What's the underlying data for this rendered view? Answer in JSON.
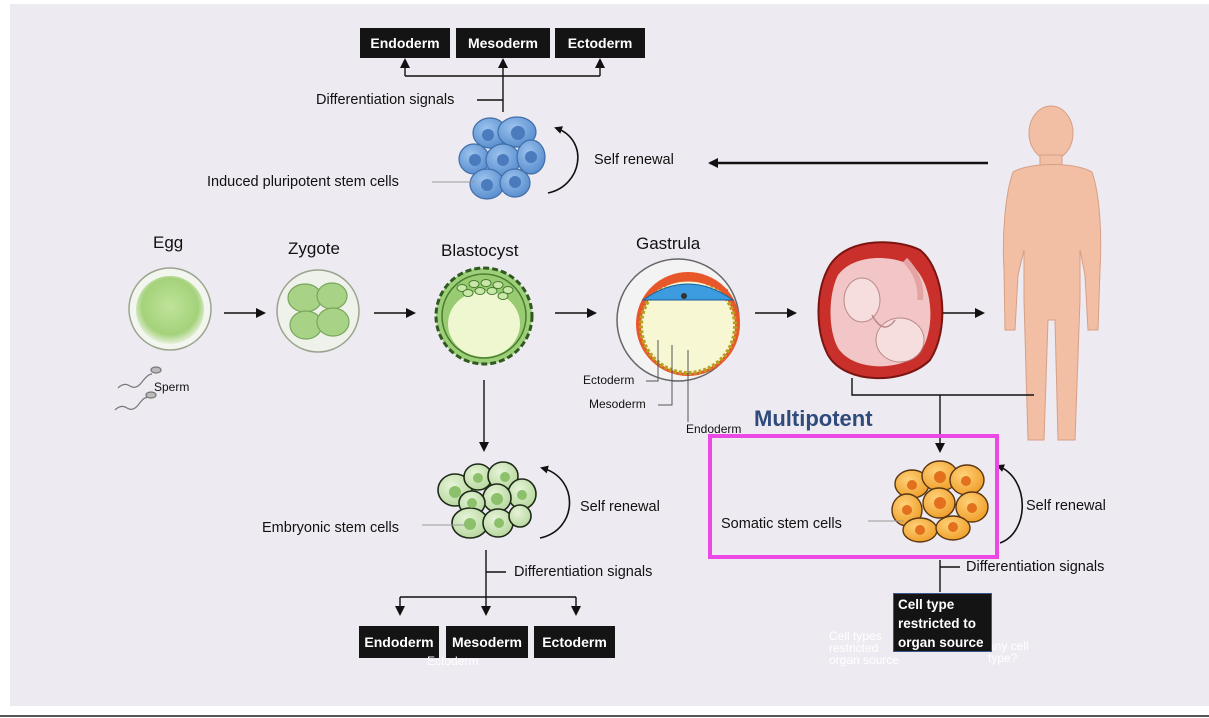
{
  "top": {
    "germ_layers": [
      "Endoderm",
      "Mesoderm",
      "Ectoderm"
    ],
    "differentiation_label": "Differentiation signals",
    "ipsc_label": "Induced pluripotent stem cells",
    "self_renewal_label": "Self renewal"
  },
  "stages": {
    "egg": "Egg",
    "zygote": "Zygote",
    "blastocyst": "Blastocyst",
    "gastrula": "Gastrula",
    "sperm": "Sperm"
  },
  "gastrula_layers": {
    "ectoderm": "Ectoderm",
    "mesoderm": "Mesoderm",
    "endoderm": "Endoderm"
  },
  "embryonic": {
    "label": "Embryonic stem cells",
    "self_renewal_label": "Self renewal",
    "differentiation_label": "Differentiation signals",
    "germ_layers": [
      "Endoderm",
      "Mesoderm",
      "Ectoderm"
    ],
    "ghost_text": "Ectoderm"
  },
  "somatic": {
    "title": "Multipotent",
    "label": "Somatic stem cells",
    "self_renewal_label": "Self renewal",
    "differentiation_label": "Differentiation signals",
    "restricted_box": "Cell type restricted to organ source",
    "ghost_left": "Cell types restricted organ source",
    "ghost_right": "any cell type?"
  },
  "colors": {
    "panel": "#eeeaf1",
    "highlight": "#ec48e6",
    "title": "#2f4b7c",
    "ipsc": "#6e9fd8",
    "esc": "#a8d08d",
    "somatic": "#f4a23a"
  }
}
